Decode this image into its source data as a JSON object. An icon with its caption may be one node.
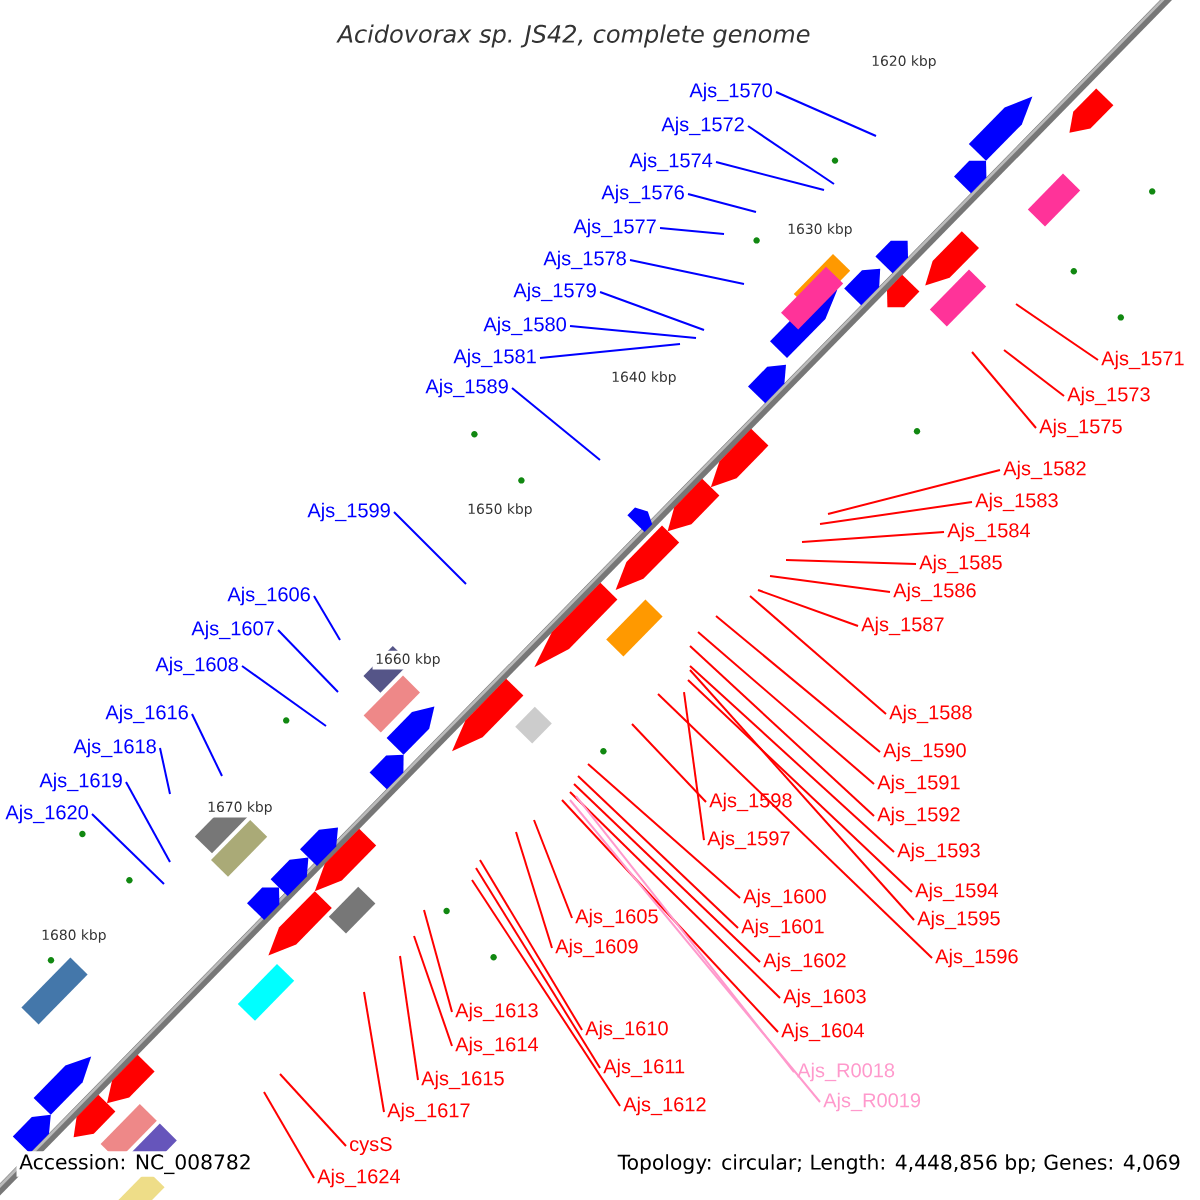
{
  "diagram": {
    "title": "Acidovorax sp. JS42, complete genome",
    "nodes": [
      {
        "text": [
          "Ajs_1570"
        ]
      },
      {
        "text": [
          "Ajs_1572"
        ]
      },
      {
        "text": [
          "Ajs_1574"
        ]
      },
      {
        "text": [
          "Ajs_1576"
        ]
      },
      {
        "text": [
          "Ajs_1577"
        ]
      },
      {
        "text": [
          "Ajs_1578"
        ]
      },
      {
        "text": [
          "Ajs_1579"
        ]
      },
      {
        "text": [
          "Ajs_1580"
        ]
      },
      {
        "text": [
          "Ajs_1581"
        ]
      },
      {
        "text": [
          "Ajs_1589"
        ]
      },
      {
        "text": [
          "Ajs_1599"
        ]
      },
      {
        "text": [
          "Ajs_1606"
        ]
      },
      {
        "text": [
          "Ajs_1607"
        ]
      },
      {
        "text": [
          "Ajs_1608"
        ]
      },
      {
        "text": [
          "Ajs_1616"
        ]
      },
      {
        "text": [
          "Ajs_1618"
        ]
      },
      {
        "text": [
          "Ajs_1619"
        ]
      },
      {
        "text": [
          "Ajs_1620"
        ]
      },
      {
        "text": [
          "Ajs_1571"
        ]
      },
      {
        "text": [
          "Ajs_1573"
        ]
      },
      {
        "text": [
          "Ajs_1575"
        ]
      },
      {
        "text": [
          "Ajs_1582"
        ]
      },
      {
        "text": [
          "Ajs_1583"
        ]
      },
      {
        "text": [
          "Ajs_1584"
        ]
      },
      {
        "text": [
          "Ajs_1585"
        ]
      },
      {
        "text": [
          "Ajs_1586"
        ]
      },
      {
        "text": [
          "Ajs_1587"
        ]
      },
      {
        "text": [
          "Ajs_1588"
        ]
      },
      {
        "text": [
          "Ajs_1590"
        ]
      },
      {
        "text": [
          "Ajs_1591"
        ]
      },
      {
        "text": [
          "Ajs_1592"
        ]
      },
      {
        "text": [
          "Ajs_1593"
        ]
      },
      {
        "text": [
          "Ajs_1594"
        ]
      },
      {
        "text": [
          "Ajs_1595"
        ]
      },
      {
        "text": [
          "Ajs_1596"
        ]
      },
      {
        "text": [
          "Ajs_1597"
        ]
      },
      {
        "text": [
          "Ajs_1598"
        ]
      },
      {
        "text": [
          "Ajs_1600"
        ]
      },
      {
        "text": [
          "Ajs_1601"
        ]
      },
      {
        "text": [
          "Ajs_1602"
        ]
      },
      {
        "text": [
          "Ajs_1603"
        ]
      },
      {
        "text": [
          "Ajs_1604"
        ]
      },
      {
        "text": [
          "Ajs_1605"
        ]
      },
      {
        "text": [
          "Ajs_1609"
        ]
      },
      {
        "text": [
          "Ajs_R0018"
        ]
      },
      {
        "text": [
          "Ajs_R0019"
        ]
      },
      {
        "text": [
          "Ajs_1610"
        ]
      },
      {
        "text": [
          "Ajs_1611"
        ]
      },
      {
        "text": [
          "Ajs_1612"
        ]
      },
      {
        "text": [
          "Ajs_1613"
        ]
      },
      {
        "text": [
          "Ajs_1614"
        ]
      },
      {
        "text": [
          "Ajs_1615"
        ]
      },
      {
        "text": [
          "Ajs_1617"
        ]
      },
      {
        "text": [
          "cysS"
        ]
      },
      {
        "text": [
          "Ajs_1624"
        ]
      }
    ],
    "edges": [
      {
        "from": 0,
        "to": null,
        "arrow": "none",
        "color": "#0000ff"
      },
      {
        "from": 1,
        "to": null,
        "arrow": "none",
        "color": "#0000ff"
      },
      {
        "from": 2,
        "to": null,
        "arrow": "none",
        "color": "#0000ff"
      },
      {
        "from": 3,
        "to": null,
        "arrow": "none",
        "color": "#0000ff"
      },
      {
        "from": 4,
        "to": null,
        "arrow": "none",
        "color": "#0000ff"
      },
      {
        "from": 5,
        "to": null,
        "arrow": "none",
        "color": "#0000ff"
      },
      {
        "from": 6,
        "to": null,
        "arrow": "none",
        "color": "#0000ff"
      },
      {
        "from": 7,
        "to": null,
        "arrow": "none",
        "color": "#0000ff"
      },
      {
        "from": 8,
        "to": null,
        "arrow": "none",
        "color": "#0000ff"
      },
      {
        "from": 9,
        "to": null,
        "arrow": "none",
        "color": "#0000ff"
      },
      {
        "from": 10,
        "to": null,
        "arrow": "none",
        "color": "#0000ff"
      },
      {
        "from": 11,
        "to": null,
        "arrow": "none",
        "color": "#0000ff"
      },
      {
        "from": 12,
        "to": null,
        "arrow": "none",
        "color": "#0000ff"
      },
      {
        "from": 13,
        "to": null,
        "arrow": "none",
        "color": "#0000ff"
      },
      {
        "from": 14,
        "to": null,
        "arrow": "none",
        "color": "#0000ff"
      },
      {
        "from": 15,
        "to": null,
        "arrow": "none",
        "color": "#0000ff"
      },
      {
        "from": 16,
        "to": null,
        "arrow": "none",
        "color": "#0000ff"
      },
      {
        "from": 17,
        "to": null,
        "arrow": "none",
        "color": "#0000ff"
      },
      {
        "from": 18,
        "to": null,
        "arrow": "none"
      },
      {
        "from": 19,
        "to": null,
        "arrow": "none"
      },
      {
        "from": 20,
        "to": null,
        "arrow": "none"
      },
      {
        "from": 21,
        "to": null,
        "arrow": "none"
      },
      {
        "from": 22,
        "to": null,
        "arrow": "none"
      },
      {
        "from": 23,
        "to": null,
        "arrow": "none"
      },
      {
        "from": 24,
        "to": null,
        "arrow": "none"
      },
      {
        "from": 25,
        "to": null,
        "arrow": "none"
      },
      {
        "from": 26,
        "to": null,
        "arrow": "none"
      },
      {
        "from": 27,
        "to": null,
        "arrow": "none"
      },
      {
        "from": 28,
        "to": null,
        "arrow": "none"
      },
      {
        "from": 29,
        "to": null,
        "arrow": "none"
      },
      {
        "from": 30,
        "to": null,
        "arrow": "none"
      },
      {
        "from": 31,
        "to": null,
        "arrow": "none"
      },
      {
        "from": 32,
        "to": null,
        "arrow": "none"
      },
      {
        "from": 33,
        "to": null,
        "arrow": "none"
      },
      {
        "from": 34,
        "to": null,
        "arrow": "none"
      },
      {
        "from": 35,
        "to": null,
        "arrow": "none"
      },
      {
        "from": 36,
        "to": null,
        "arrow": "none"
      },
      {
        "from": 37,
        "to": null,
        "arrow": "none"
      },
      {
        "from": 38,
        "to": null,
        "arrow": "none"
      },
      {
        "from": 39,
        "to": null,
        "arrow": "none"
      },
      {
        "from": 40,
        "to": null,
        "arrow": "none"
      },
      {
        "from": 41,
        "to": null,
        "arrow": "none"
      },
      {
        "from": 42,
        "to": null,
        "arrow": "none"
      },
      {
        "from": 43,
        "to": null,
        "arrow": "none"
      },
      {
        "from": 44,
        "to": null,
        "arrow": "none",
        "color": "#ff99cc"
      },
      {
        "from": 45,
        "to": null,
        "arrow": "none",
        "color": "#ff99cc"
      },
      {
        "from": 46,
        "to": null,
        "arrow": "none"
      },
      {
        "from": 47,
        "to": null,
        "arrow": "none"
      },
      {
        "from": 48,
        "to": null,
        "arrow": "none"
      },
      {
        "from": 49,
        "to": null,
        "arrow": "none"
      },
      {
        "from": 50,
        "to": null,
        "arrow": "none"
      },
      {
        "from": 51,
        "to": null,
        "arrow": "none"
      },
      {
        "from": 52,
        "to": null,
        "arrow": "none"
      },
      {
        "from": 53,
        "to": null,
        "arrow": "none"
      },
      {
        "from": 54,
        "to": null,
        "arrow": "none"
      }
    ],
    "labels": [
      "1620 kbp",
      "1630 kbp",
      "1640 kbp",
      "1650 kbp",
      "1660 kbp",
      "1670 kbp",
      "1680 kbp",
      "Accession: NC_008782",
      "Topology: circular; Length: 4,448,856 bp; Genes: 4,069"
    ]
  }
}
